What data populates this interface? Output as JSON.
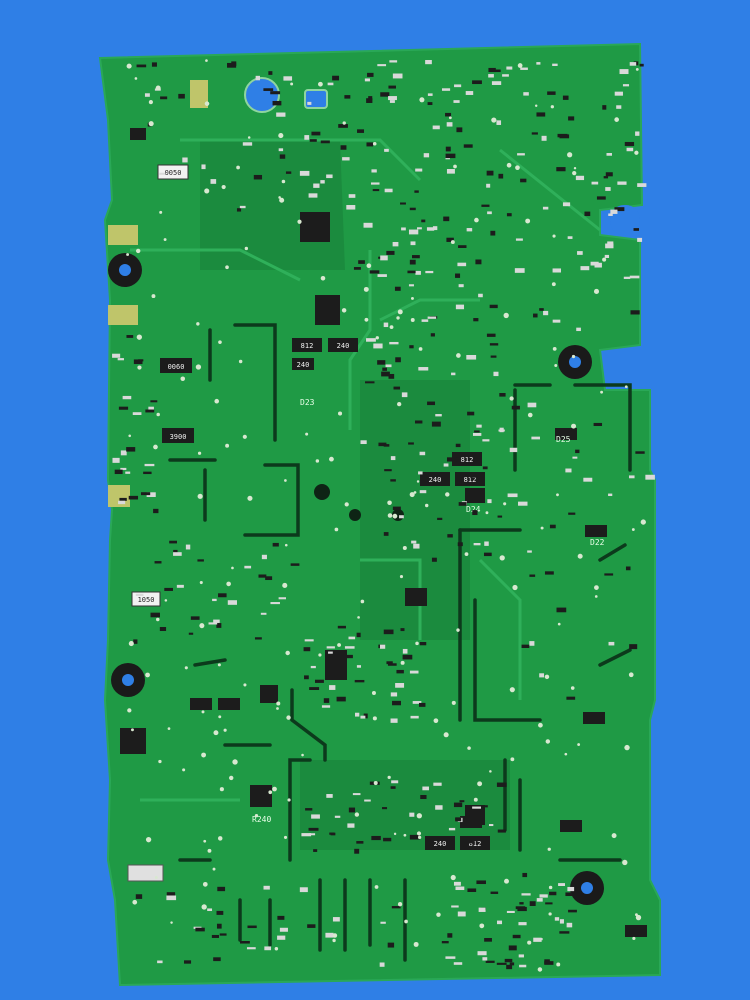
{
  "scene": {
    "subject": "printed-circuit-board",
    "colors": {
      "backdrop": "#2f7fe6",
      "board": "#1f9a45",
      "board_dark": "#178038",
      "trace": "#2fb05a",
      "slot": "#0c3a1c",
      "component": "#1c1c1c",
      "pad": "#d9d9d9",
      "label_fill": "#f2f2f2"
    }
  },
  "silkscreen": {
    "ref_d23": "D23",
    "ref_d24": "D24",
    "ref_d25": "D25",
    "ref_d22": "D22",
    "ref_r240": "R240",
    "chip_0050": "0050",
    "chip_0060": "0060",
    "chip_3900": "3900",
    "chip_1050": "1050",
    "chip_812a": "812",
    "chip_240a": "240",
    "chip_812b": "812",
    "chip_240b": "240",
    "chip_812c": "812",
    "chip_240c": "240",
    "chip_812d": "812",
    "chip_240d": "240"
  }
}
